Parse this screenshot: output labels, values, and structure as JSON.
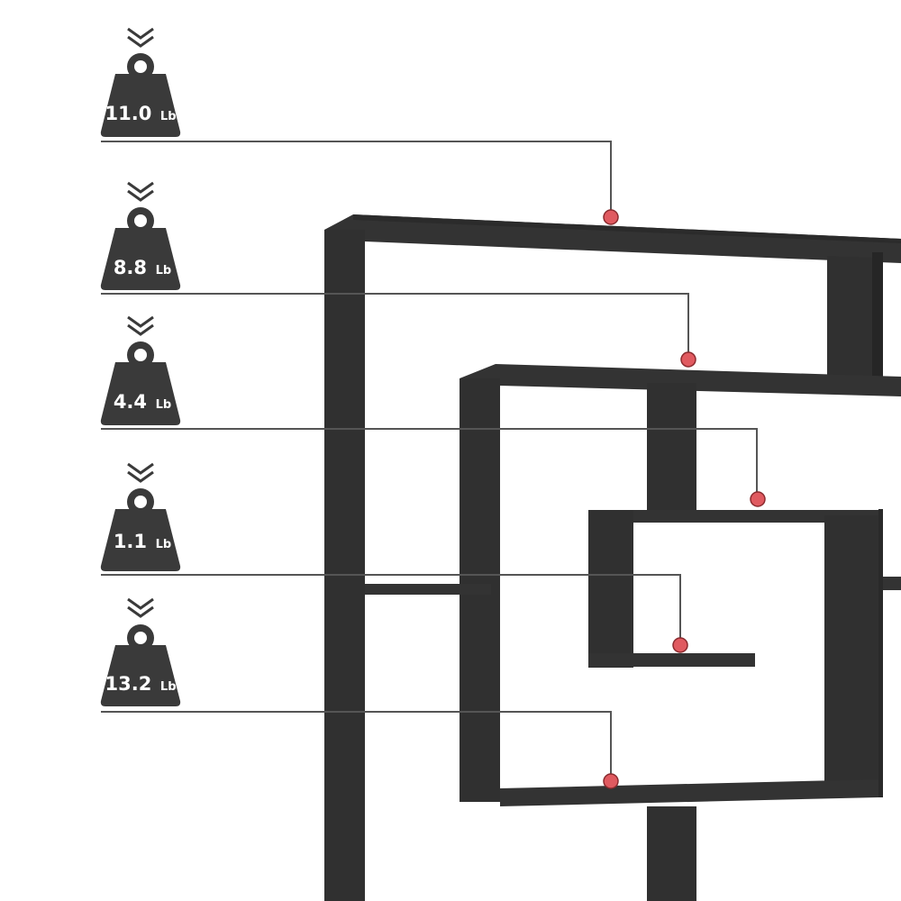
{
  "colors": {
    "shelf": "#333333",
    "shelf_edge": "#222222",
    "weight_icon": "#3a3a3a",
    "leader_line": "#555555",
    "marker_fill": "#e05a60",
    "marker_stroke": "#8a2a2e",
    "background": "#ffffff"
  },
  "load_ratings": [
    {
      "value": "11.0",
      "unit": "Lb",
      "icon": "weight-icon",
      "arrow_icon": "double-chevron-down-icon"
    },
    {
      "value": "8.8",
      "unit": "Lb",
      "icon": "weight-icon",
      "arrow_icon": "double-chevron-down-icon"
    },
    {
      "value": "4.4",
      "unit": "Lb",
      "icon": "weight-icon",
      "arrow_icon": "double-chevron-down-icon"
    },
    {
      "value": "1.1",
      "unit": "Lb",
      "icon": "weight-icon",
      "arrow_icon": "double-chevron-down-icon"
    },
    {
      "value": "13.2",
      "unit": "Lb",
      "icon": "weight-icon",
      "arrow_icon": "double-chevron-down-icon"
    }
  ]
}
